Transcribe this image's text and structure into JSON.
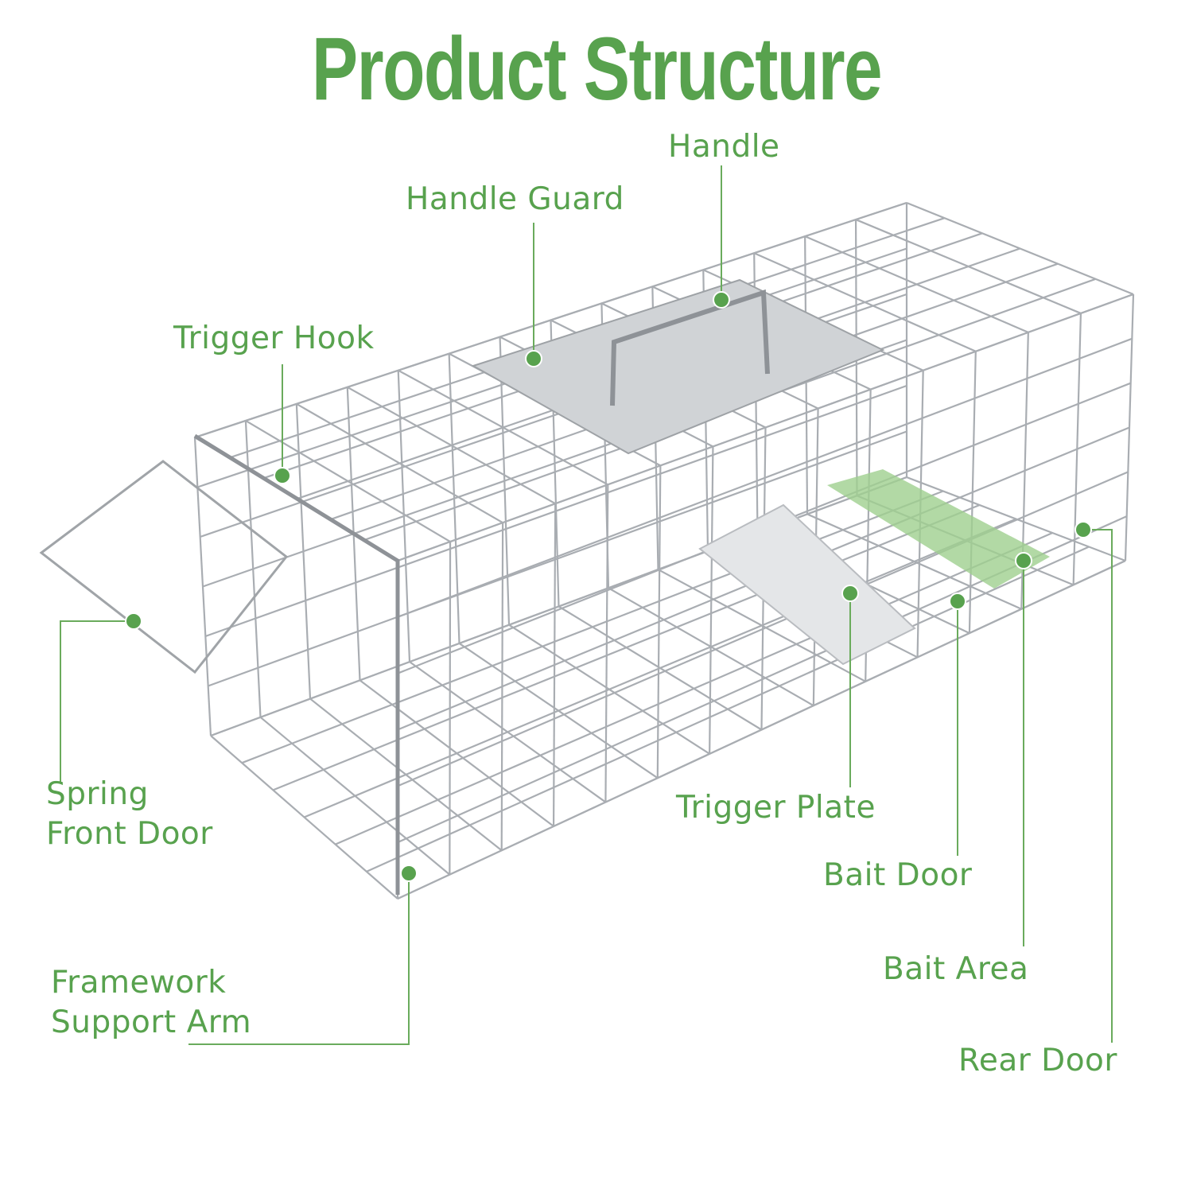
{
  "title": "Product Structure",
  "accent_color": "#58a24e",
  "labels": {
    "handle": "Handle",
    "handle_guard": "Handle Guard",
    "trigger_hook": "Trigger Hook",
    "spring_front_door_1": "Spring",
    "spring_front_door_2": "Front Door",
    "framework_support_arm_1": "Framework",
    "framework_support_arm_2": "Support Arm",
    "trigger_plate": "Trigger Plate",
    "bait_door": "Bait Door",
    "bait_area": "Bait Area",
    "rear_door": "Rear Door"
  }
}
